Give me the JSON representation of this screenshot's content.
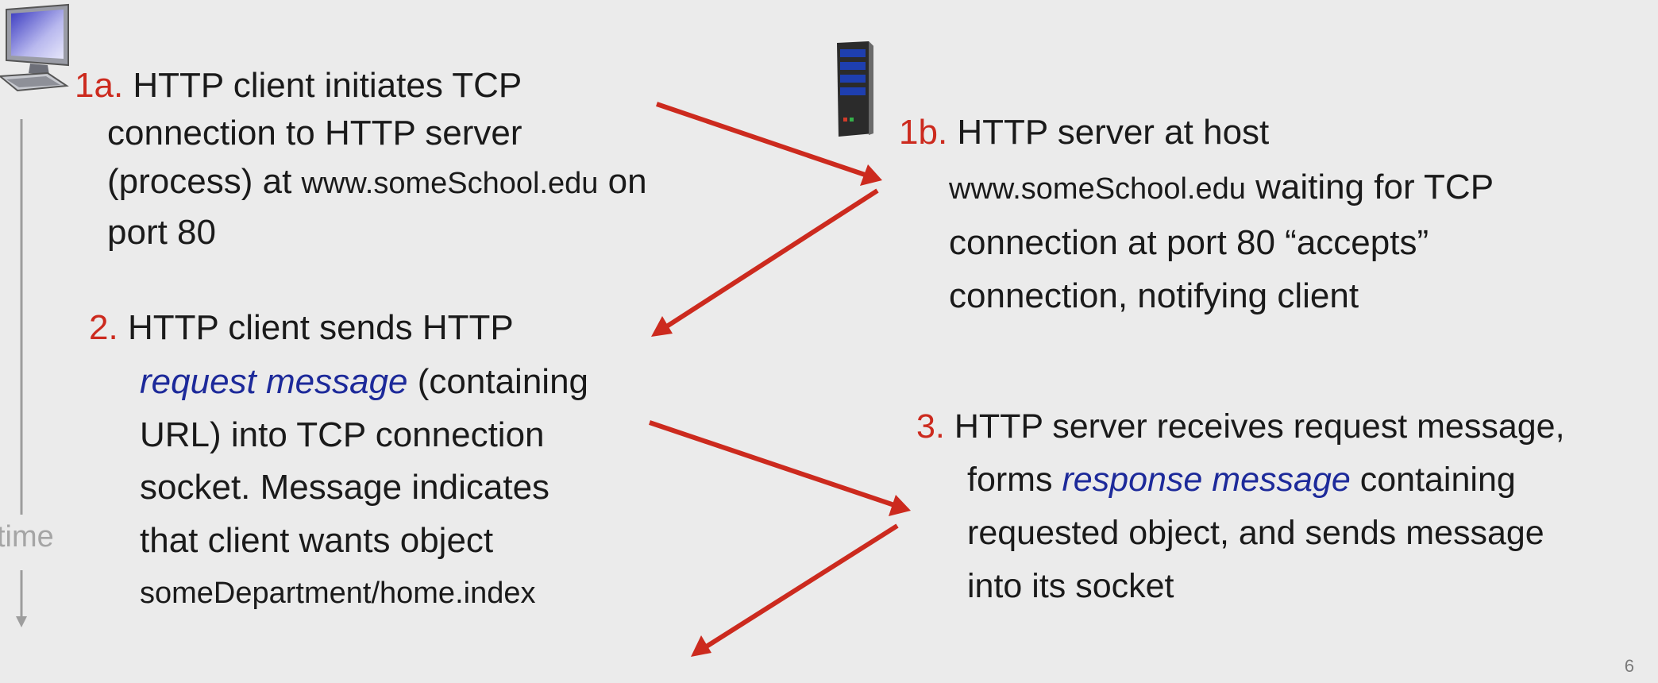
{
  "steps": {
    "s1a": {
      "num": "1a.",
      "line1": "HTTP client initiates TCP",
      "line2": "connection to HTTP server",
      "line3_pre": "(process) at",
      "line3_host": "www.someSchool.edu",
      "line3_post": "on",
      "line4": "port 80"
    },
    "s1b": {
      "num": "1b.",
      "line1": "HTTP server at host",
      "line2_host": "www.someSchool.edu",
      "line2_post": "waiting for TCP",
      "line3": "connection at port 80 “accepts”",
      "line4": "connection, notifying client"
    },
    "s2": {
      "num": "2.",
      "line1": "HTTP client sends HTTP",
      "line2_em": "request message",
      "line2_post": "(containing",
      "line3": "URL) into TCP connection",
      "line4": "socket. Message indicates",
      "line5": "that client wants object",
      "line6": "someDepartment/home.index"
    },
    "s3": {
      "num": "3.",
      "line1": "HTTP server receives request message,",
      "line2_pre": "forms",
      "line2_em": "response message",
      "line2_post": "containing",
      "line3": "requested object, and sends message",
      "line4": "into its socket"
    }
  },
  "time_label": "time",
  "slide_number": "6",
  "icons": {
    "client": "desktop-computer-icon",
    "server": "server-tower-icon"
  },
  "colors": {
    "arrow": "#cc2a1e",
    "number": "#cc2a1e",
    "emphasis": "#1d2a9a",
    "background": "#ebebeb"
  }
}
